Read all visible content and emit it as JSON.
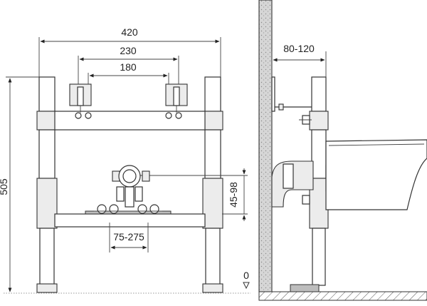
{
  "front_view": {
    "dims": {
      "frame_width": "420",
      "outer_spacing": "230",
      "inner_spacing": "180",
      "height": "505",
      "drain_height": "45-98",
      "drain_spacing": "75-275"
    }
  },
  "side_view": {
    "dims": {
      "wall_distance": "80-120",
      "zero_level": "0"
    }
  }
}
